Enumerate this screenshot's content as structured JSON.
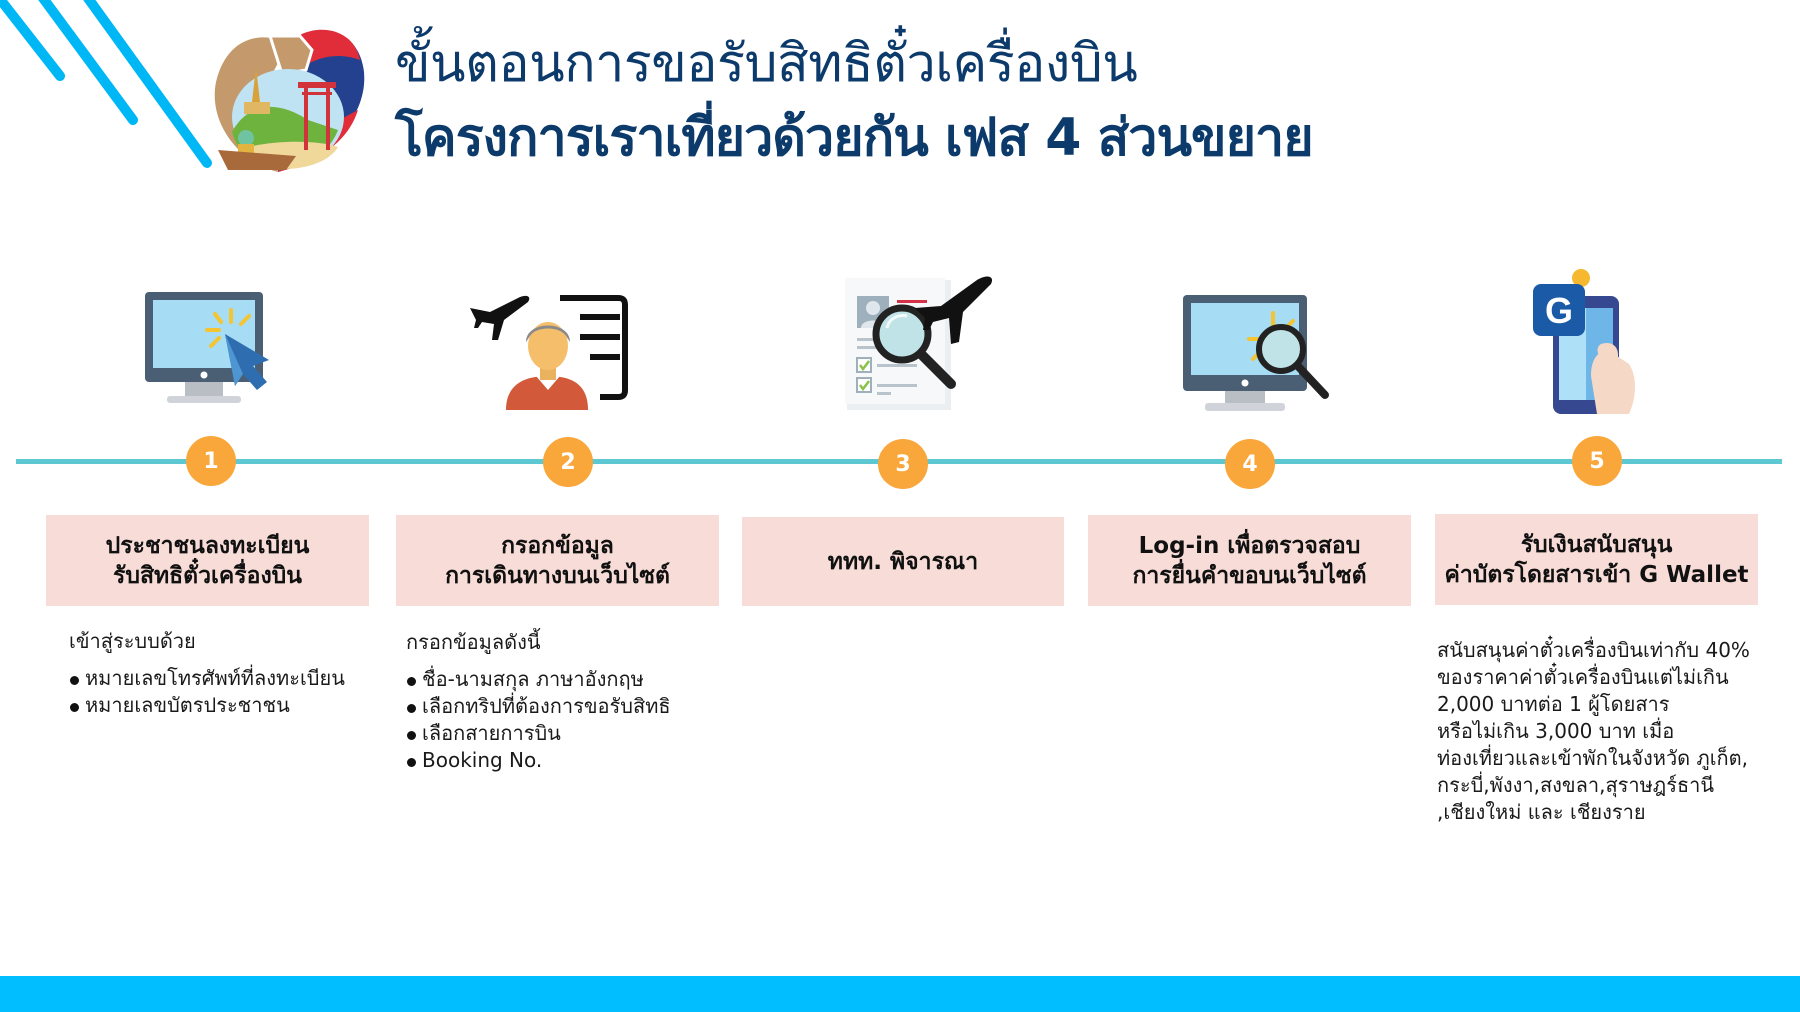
{
  "header": {
    "title_line_1": "ขั้นตอนการขอรับสิทธิตั๋วเครื่องบิน",
    "title_line_2": "โครงการเราเที่ยวด้วยกัน เฟส 4 ส่วนขยาย",
    "title_color": "#0c3a6b",
    "logo_icon": "handshake-heart-thai-landmarks-logo"
  },
  "theme": {
    "stripe_color": "#00b7f5",
    "timeline_color": "#5ec8d2",
    "circle_color": "#f9a63b",
    "box_color": "#f7dcd7",
    "bottom_bar_color": "#00beff"
  },
  "steps": [
    {
      "number": "1",
      "icon": "monitor-click-icon",
      "box_lines": [
        "ประชาชนลงทะเบียน",
        "รับสิทธิตั๋วเครื่องบิน"
      ],
      "intro": "เข้าสู่ระบบด้วย",
      "bullets": [
        "หมายเลขโทรศัพท์ที่ลงทะเบียน",
        "หมายเลขบัตรประชาชน"
      ]
    },
    {
      "number": "2",
      "icon": "traveler-form-plane-icon",
      "box_lines": [
        "กรอกข้อมูล",
        "การเดินทางบนเว็บไซต์"
      ],
      "intro": "กรอกข้อมูลดังนี้",
      "bullets": [
        "ชื่อ-นามสกุล ภาษาอังกฤษ",
        "เลือกทริปที่ต้องการขอรับสิทธิ",
        "เลือกสายการบิน",
        "Booking No."
      ]
    },
    {
      "number": "3",
      "icon": "document-review-magnifier-plane-icon",
      "box_lines": [
        "ททท. พิจารณา"
      ]
    },
    {
      "number": "4",
      "icon": "monitor-magnifier-icon",
      "box_lines": [
        "Log-in เพื่อตรวจสอบ",
        "การยื่นคำขอบนเว็บไซต์"
      ]
    },
    {
      "number": "5",
      "icon": "g-wallet-phone-hand-icon",
      "box_lines": [
        "รับเงินสนับสนุน",
        "ค่าบัตรโดยสารเข้า G Wallet"
      ],
      "paragraph_lines": [
        "สนับสนุนค่าตั๋วเครื่องบินเท่ากับ 40%",
        "ของราคาค่าตั๋วเครื่องบินแต่ไม่เกิน",
        "2,000 บาทต่อ 1 ผู้โดยสาร",
        "หรือไม่เกิน 3,000 บาท เมื่อ",
        "ท่องเที่ยวและเข้าพักในจังหวัด ภูเก็ต,",
        "กระบี่,พังงา,สงขลา,สุราษฎร์ธานี",
        ",เชียงใหม่ และ เชียงราย"
      ],
      "g_wallet_letter": "G"
    }
  ]
}
